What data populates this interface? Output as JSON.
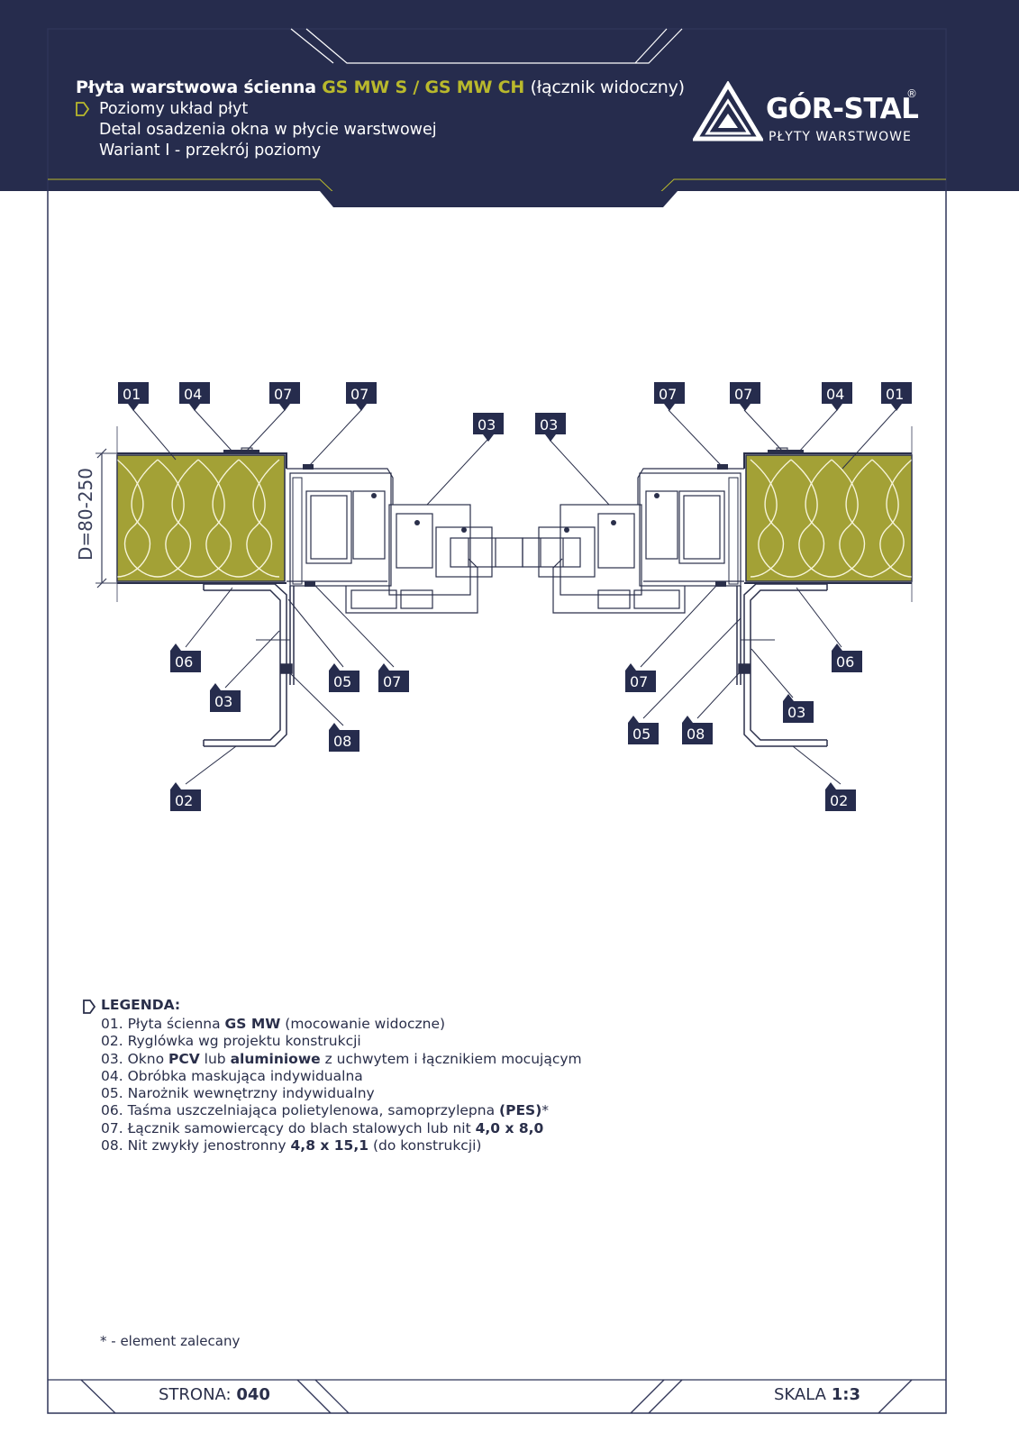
{
  "header": {
    "title_prefix": "Płyta warstwowa ścienna",
    "title_products": "GS MW S / GS MW CH",
    "title_suffix": "(łącznik widoczny)",
    "subtitle_lines": [
      "Poziomy układ płyt",
      "Detal osadzenia okna w płycie warstwowej",
      "Wariant I - przekrój poziomy"
    ]
  },
  "logo": {
    "name": "GÓR-STAL",
    "registered": "®",
    "tagline": "PŁYTY WARSTWOWE"
  },
  "drawing": {
    "dimension_label": "D=80-250",
    "callouts_top_left": [
      "01",
      "04",
      "07",
      "07",
      "03"
    ],
    "callouts_top_right": [
      "03",
      "07",
      "07",
      "04",
      "01"
    ],
    "callouts_bottom_left": [
      "06",
      "03",
      "05",
      "07",
      "08",
      "02"
    ],
    "callouts_bottom_right": [
      "07",
      "05",
      "08",
      "06",
      "03",
      "02"
    ]
  },
  "legend": {
    "title": "LEGENDA:",
    "items": [
      [
        {
          "t": "01. Płyta ścienna "
        },
        {
          "t": "GS MW",
          "b": true
        },
        {
          "t": " (mocowanie widoczne)"
        }
      ],
      [
        {
          "t": "02. Ryglówka wg projektu konstrukcji"
        }
      ],
      [
        {
          "t": "03. Okno "
        },
        {
          "t": "PCV",
          "b": true
        },
        {
          "t": " lub "
        },
        {
          "t": "aluminiowe",
          "b": true
        },
        {
          "t": " z uchwytem i łącznikiem mocującym"
        }
      ],
      [
        {
          "t": "04. Obróbka maskująca indywidualna"
        }
      ],
      [
        {
          "t": "05. Narożnik wewnętrzny indywidualny"
        }
      ],
      [
        {
          "t": "06. Taśma uszczelniająca polietylenowa, samoprzylepna "
        },
        {
          "t": "(PES)",
          "b": true
        },
        {
          "t": "*"
        }
      ],
      [
        {
          "t": "07. Łącznik samowiercący do blach stalowych lub nit "
        },
        {
          "t": "4,0 x 8,0",
          "b": true
        }
      ],
      [
        {
          "t": "08. Nit zwykły jenostronny "
        },
        {
          "t": "4,8 x 15,1",
          "b": true
        },
        {
          "t": " (do konstrukcji)"
        }
      ]
    ]
  },
  "footnote": "* -  element zalecany",
  "footer": {
    "page_label": "STRONA:",
    "page_value": "040",
    "scale_label": "SKALA",
    "scale_value": "1:3"
  },
  "colors": {
    "navy": "#262c4d",
    "accent": "#b9b92c",
    "insulation": "#a3a136"
  }
}
